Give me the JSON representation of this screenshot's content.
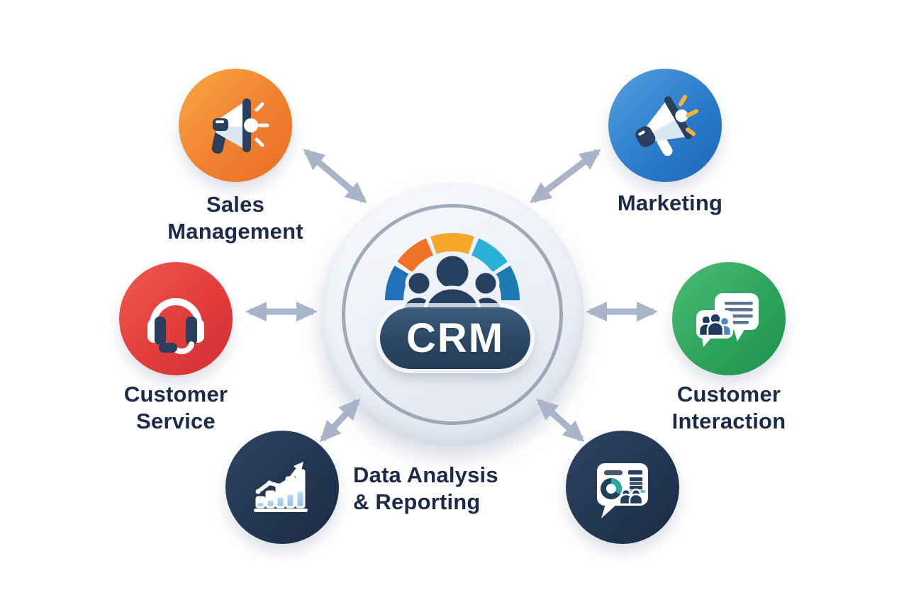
{
  "diagram": {
    "title": "CRM diagram",
    "center": {
      "label": "CRM"
    },
    "gauge_segment_colors": [
      "#2170b8",
      "#ef7226",
      "#f5a72c",
      "#2bb1d6",
      "#1d7ab0"
    ],
    "people_color": "#26405f",
    "pill_color": "#2b4764",
    "arrow_color": "#a9b4c8",
    "label_color": "#1c2b4a",
    "nodes": [
      {
        "name": "sales-management",
        "icon": "megaphone-icon",
        "color": "#f08030",
        "lines": [
          "Sales",
          "Management"
        ]
      },
      {
        "name": "marketing",
        "icon": "megaphone-icon",
        "color": "#2b7ccc",
        "lines": [
          "Marketing"
        ]
      },
      {
        "name": "customer-service",
        "icon": "headset-icon",
        "color": "#e23c3c",
        "lines": [
          "Customer",
          "Service"
        ]
      },
      {
        "name": "customer-interaction",
        "icon": "chat-bubbles-icon",
        "color": "#2da45d",
        "lines": [
          "Customer",
          "Interaction"
        ]
      },
      {
        "name": "data-analysis-reporting",
        "icon": "bar-chart-icon",
        "color": "#223550",
        "lines": [
          "Data Analysis",
          "& Reporting"
        ]
      },
      {
        "name": "presentation",
        "icon": "presentation-icon",
        "color": "#223550",
        "lines": []
      }
    ]
  }
}
